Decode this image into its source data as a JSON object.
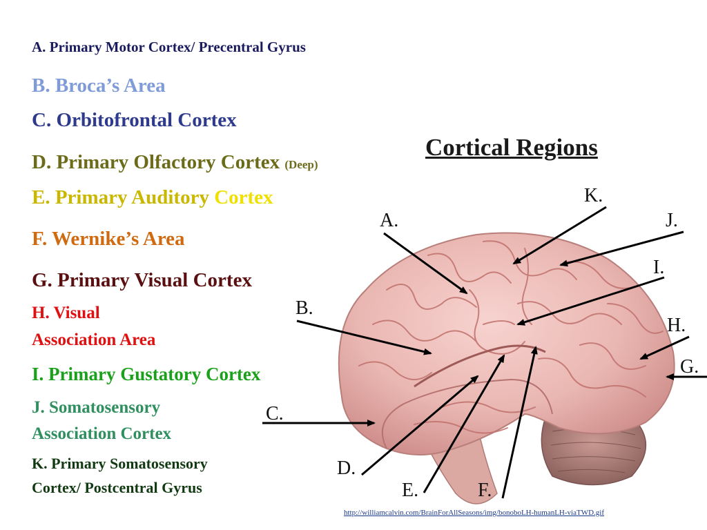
{
  "title": "Cortical Regions",
  "colors": {
    "A": "#1a1a5e",
    "B": "#7f9bd8",
    "C": "#2e3a8c",
    "D": "#6b6b1a",
    "E": "#c9b700",
    "E_highlight": "#f0e000",
    "F": "#d06a10",
    "G": "#5a1010",
    "H": "#e01010",
    "I": "#1aa01a",
    "J": "#2f8f5f",
    "K": "#123a12",
    "url": "#1a3a8a"
  },
  "legend": {
    "A": "A.  Primary Motor Cortex/ Precentral Gyrus",
    "B": "B.  Broca’s Area",
    "C": "C.  Orbitofrontal Cortex",
    "D_main": "D.  Primary Olfactory Cortex",
    "D_note": "(Deep)",
    "E_main": "E.  Primary Auditory",
    "E_word": "Cortex",
    "F": "F.  Wernike’s Area",
    "G": "G.  Primary Visual Cortex",
    "H_line1": "H.  Visual",
    "H_line2": "Association Area",
    "I": "I.  Primary Gustatory Cortex",
    "J_line1": "J.  Somatosensory",
    "J_line2": "Association Cortex",
    "K_line1": "K.  Primary Somatosensory",
    "K_line2": "Cortex/ Postcentral Gyrus"
  },
  "markers": {
    "A": "A.",
    "B": "B.",
    "C": "C.",
    "D": "D.",
    "E": "E.",
    "F": "F.",
    "G": "G.",
    "H": "H.",
    "I": "I.",
    "J": "J.",
    "K": "K."
  },
  "source_url": "http://williamcalvin.com/BrainForAllSeasons/img/bonoboLH-humanLH-viaTWD.gif"
}
